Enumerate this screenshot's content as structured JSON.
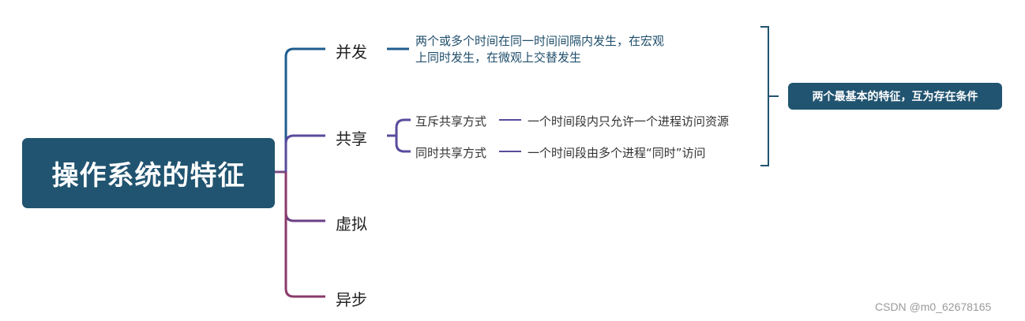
{
  "root": {
    "label": "操作系统的特征"
  },
  "branches": [
    {
      "label": "并发",
      "color": "#1f5c8f"
    },
    {
      "label": "共享",
      "color": "#5a4a9c"
    },
    {
      "label": "虚拟",
      "color": "#6b3f86"
    },
    {
      "label": "异步",
      "color": "#8a3a6a"
    }
  ],
  "concurrency": {
    "line1": "两个或多个时间在同一时间间隔内发生，在宏观",
    "line2": "上同时发生，在微观上交替发生"
  },
  "sharing": {
    "modes": [
      {
        "label": "互斥共享方式",
        "desc": "一个时间段内只允许一个进程访问资源"
      },
      {
        "label": "同时共享方式",
        "desc": "一个时间段由多个进程“同时”访问"
      }
    ]
  },
  "summary": {
    "label": "两个最基本的特征，互为存在条件",
    "bracket_color": "#215470"
  },
  "watermark": "CSDN @m0_62678165"
}
